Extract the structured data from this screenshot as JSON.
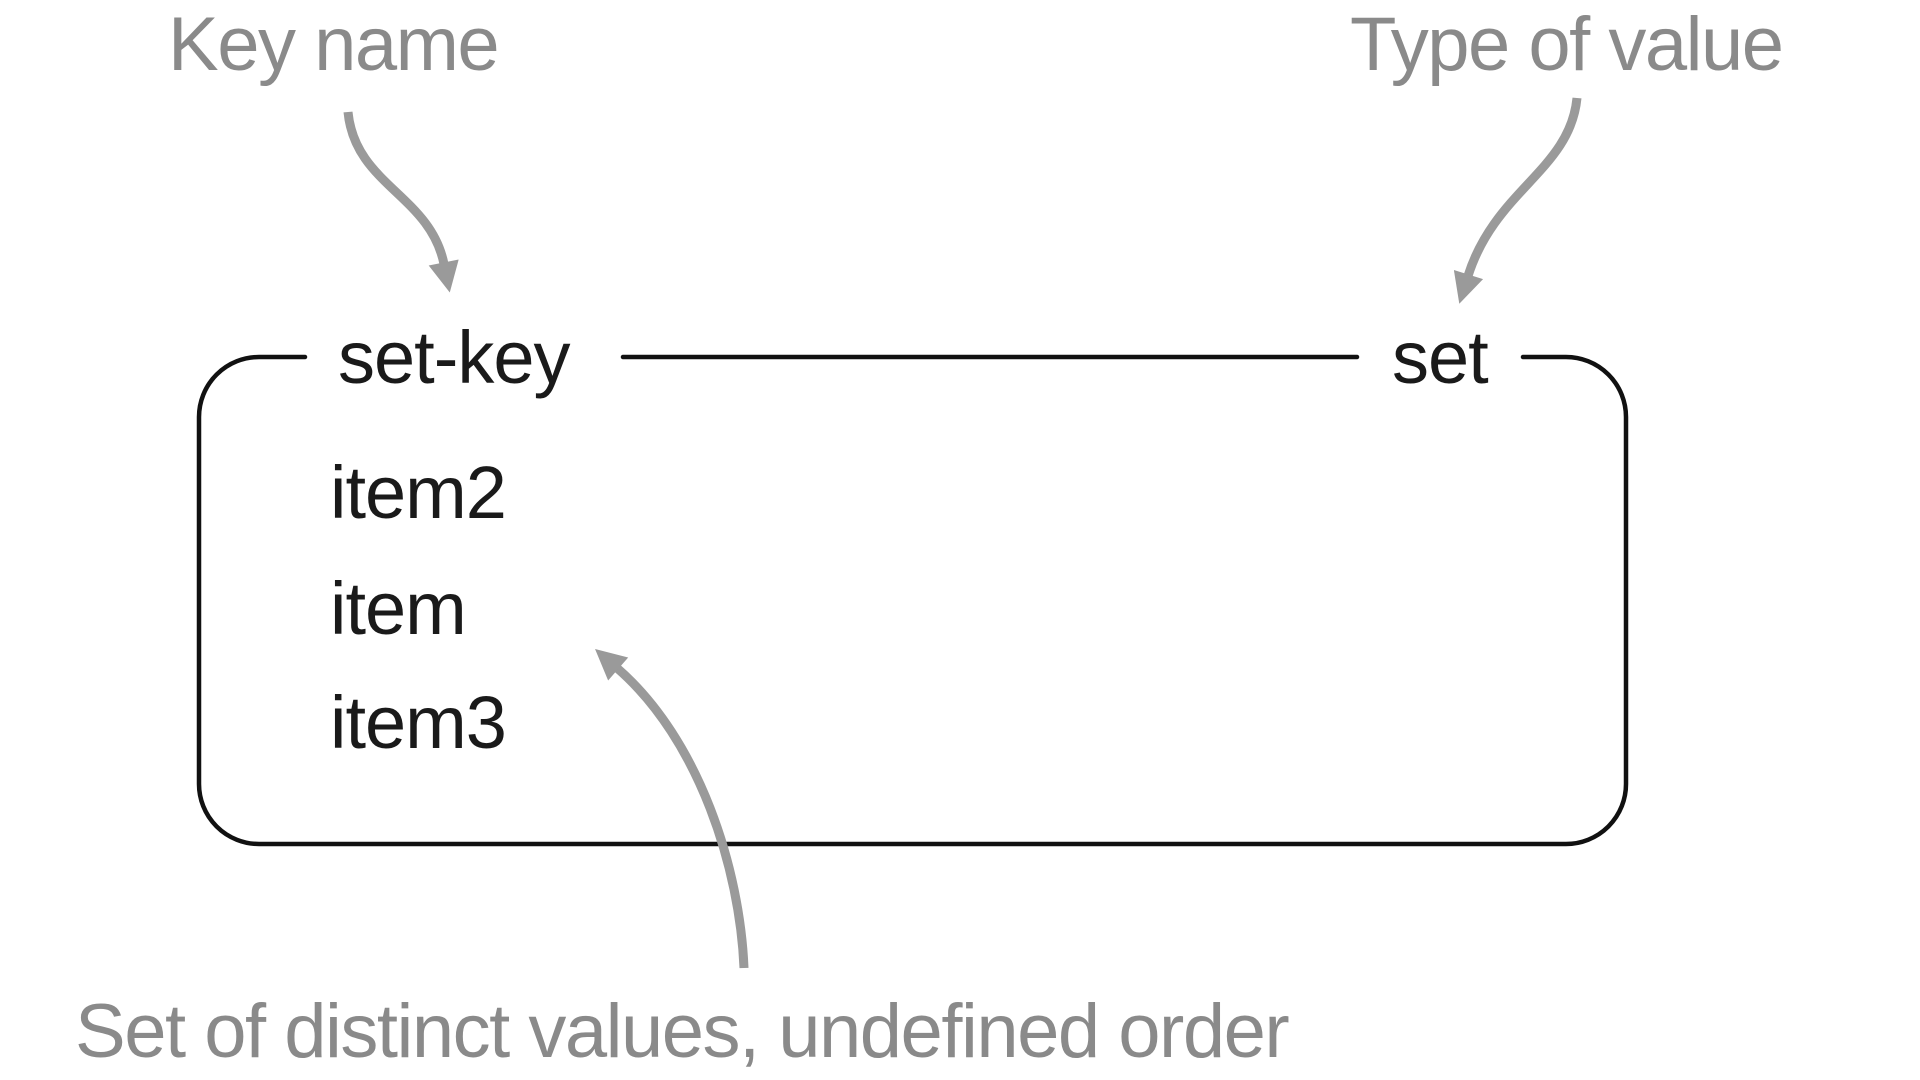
{
  "diagram": {
    "labels": {
      "key_name": "Key name",
      "type_of_value": "Type of value",
      "caption": "Set of distinct values, undefined order"
    },
    "set_box": {
      "key": "set-key",
      "type": "set",
      "items": [
        "item2",
        "item",
        "item3"
      ]
    },
    "icons": {
      "key_name_arrow": "curved-arrow-down",
      "type_of_value_arrow": "curved-arrow-down",
      "caption_arrow": "curved-arrow-up"
    },
    "colors": {
      "background": "#ffffff",
      "label_gray": "#8a8a8a",
      "arrow_gray": "#9a9a9a",
      "box_black": "#111111",
      "text_black": "#1a1a1a"
    }
  }
}
